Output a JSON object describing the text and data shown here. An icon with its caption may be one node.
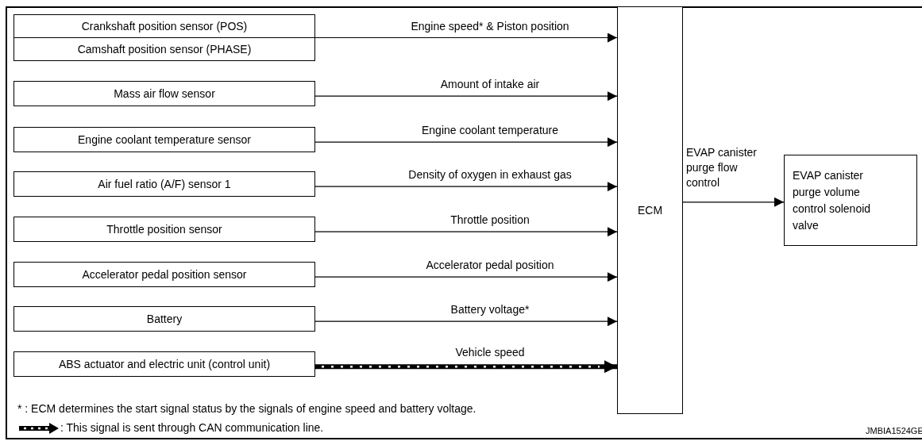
{
  "diagram": {
    "nodes": [
      {
        "text": [
          "Crankshaft position sensor (POS)",
          "Camshaft position sensor (PHASE)"
        ]
      },
      {
        "text": [
          "Mass air flow sensor"
        ]
      },
      {
        "text": [
          "Engine coolant temperature sensor"
        ]
      },
      {
        "text": [
          "Air fuel ratio (A/F) sensor 1"
        ]
      },
      {
        "text": [
          "Throttle position sensor"
        ]
      },
      {
        "text": [
          "Accelerator pedal position sensor"
        ]
      },
      {
        "text": [
          "Battery"
        ]
      },
      {
        "text": [
          "ABS actuator and electric unit (control unit)"
        ]
      },
      {
        "text": [
          "ECM"
        ]
      },
      {
        "text": [
          "EVAP canister purge volume control solenoid valve"
        ]
      }
    ],
    "edges": [
      {
        "from": 0,
        "to": 8,
        "arrow": "to",
        "label": "Engine speed* & Piston position"
      },
      {
        "from": 1,
        "to": 8,
        "arrow": "to",
        "label": "Amount of intake air"
      },
      {
        "from": 2,
        "to": 8,
        "arrow": "to",
        "label": "Engine coolant temperature"
      },
      {
        "from": 3,
        "to": 8,
        "arrow": "to",
        "label": "Density of oxygen in exhaust gas"
      },
      {
        "from": 4,
        "to": 8,
        "arrow": "to",
        "label": "Throttle position"
      },
      {
        "from": 5,
        "to": 8,
        "arrow": "to",
        "label": "Accelerator pedal position"
      },
      {
        "from": 6,
        "to": 8,
        "arrow": "to",
        "label": "Battery voltage*"
      },
      {
        "from": 7,
        "to": 8,
        "arrow": "to",
        "label": "Vehicle speed",
        "style": "thick"
      },
      {
        "from": 8,
        "to": 9,
        "arrow": "to",
        "label": "EVAP canister purge flow control"
      }
    ],
    "labels": [
      "* : ECM determines the start signal status by the signals of engine speed and battery voltage.",
      "JMBIA1524GE"
    ],
    "legend": [
      {
        "text": ": This signal is sent through CAN communication line."
      }
    ]
  }
}
